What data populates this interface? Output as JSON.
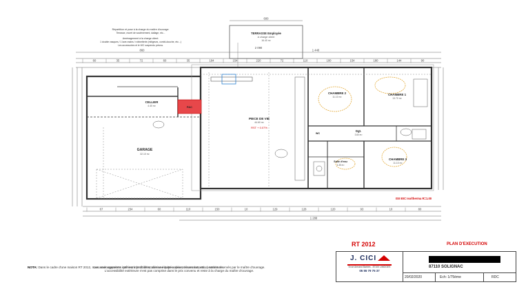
{
  "notes": {
    "top_lines": [
      "Répartition et pose à la charge du maître d'ouvrage:",
      "Terrasse, muret de soutènement, dallage, etc...",
      "Aménagement à la charge client:",
      "1 double vasques / 1 lave-mains / robinetterie (mitigeurs, combi-douche, etc...)",
      "Les accessoires et le WC suspendu prévus."
    ],
    "bottom_label": "NOTA:",
    "bottom_lines": [
      "Dans le cadre d'une maison RT 2012, nous vous rappelons qu'il est interdit d'installer une hotte aspirante avec extraction extérieure.",
      "Les aménagements intérieurs (mobiliers, cuisine équipée, évier, décoration, etc...) seront réservés par le maître d'ouvrage.",
      "L'accessibilité extérieure n'est pas comprise dans le prix convenu et reste à la charge du maître d'ouvrage."
    ]
  },
  "terrace": {
    "title": "TERRASSE Employée",
    "line2": "à charge client",
    "line3": "16.40 m²"
  },
  "rooms": {
    "cellier": {
      "name": "CELLIER",
      "area": "4.40 m²"
    },
    "pac": {
      "name": "PAC"
    },
    "garage": {
      "name": "GARAGE",
      "area": "32.10 m²"
    },
    "piece_de_vie": {
      "name": "PIECE DE VIE",
      "area": "44.60 m²",
      "red_note": "RST + 0.07%"
    },
    "chambre2": {
      "name": "CHAMBRE 2",
      "area": "11.10 m²"
    },
    "chambre1": {
      "name": "CHAMBRE 1",
      "area": "13.70 m²"
    },
    "chambre3": {
      "name": "CHAMBRE 3",
      "area": "11.10 m²"
    },
    "dgt": {
      "name": "Dgt.",
      "area": "3.60 m²"
    },
    "sdb": {
      "name": "Salle d'eau",
      "area": "4.35 m²"
    },
    "wc": {
      "name": "WC"
    }
  },
  "dimensions": {
    "total_width": "2 090",
    "top_extent": "1 440",
    "left_extent": "860",
    "terrace_width": "600",
    "bottom_total": "1 288",
    "segments_top": [
      "60",
      "35",
      "72",
      "60",
      "35",
      "194",
      "154",
      "220",
      "72",
      "110",
      "100",
      "154",
      "180",
      "144",
      "90"
    ],
    "segments_bottom": [
      "67",
      "234",
      "60",
      "110",
      "150",
      "10",
      "129",
      "128",
      "120",
      "93",
      "10",
      "80"
    ]
  },
  "stamps": {
    "fm_code": "IS0 80C Iso/therma R=1.00",
    "rt": "RT 2012",
    "plan_type": "PLAN D'EXECUTION"
  },
  "title_block": {
    "company": "J. CICI",
    "company_address": "5 rue Armand Barbès - 87100 LIMOGES",
    "company_phone": "05 55 79 75 37",
    "location": "87110 SOLIGNAC",
    "date": "20/02/2020",
    "scale": "Ech: 1/75ème",
    "level": "RDC"
  },
  "colors": {
    "line": "#333333",
    "dim_line": "#666666",
    "accent_red": "#d40000",
    "pac_fill": "#e7474a",
    "dashed": "#888888",
    "ellipse": "#e0a020",
    "stairs": "#2a7fd0"
  }
}
